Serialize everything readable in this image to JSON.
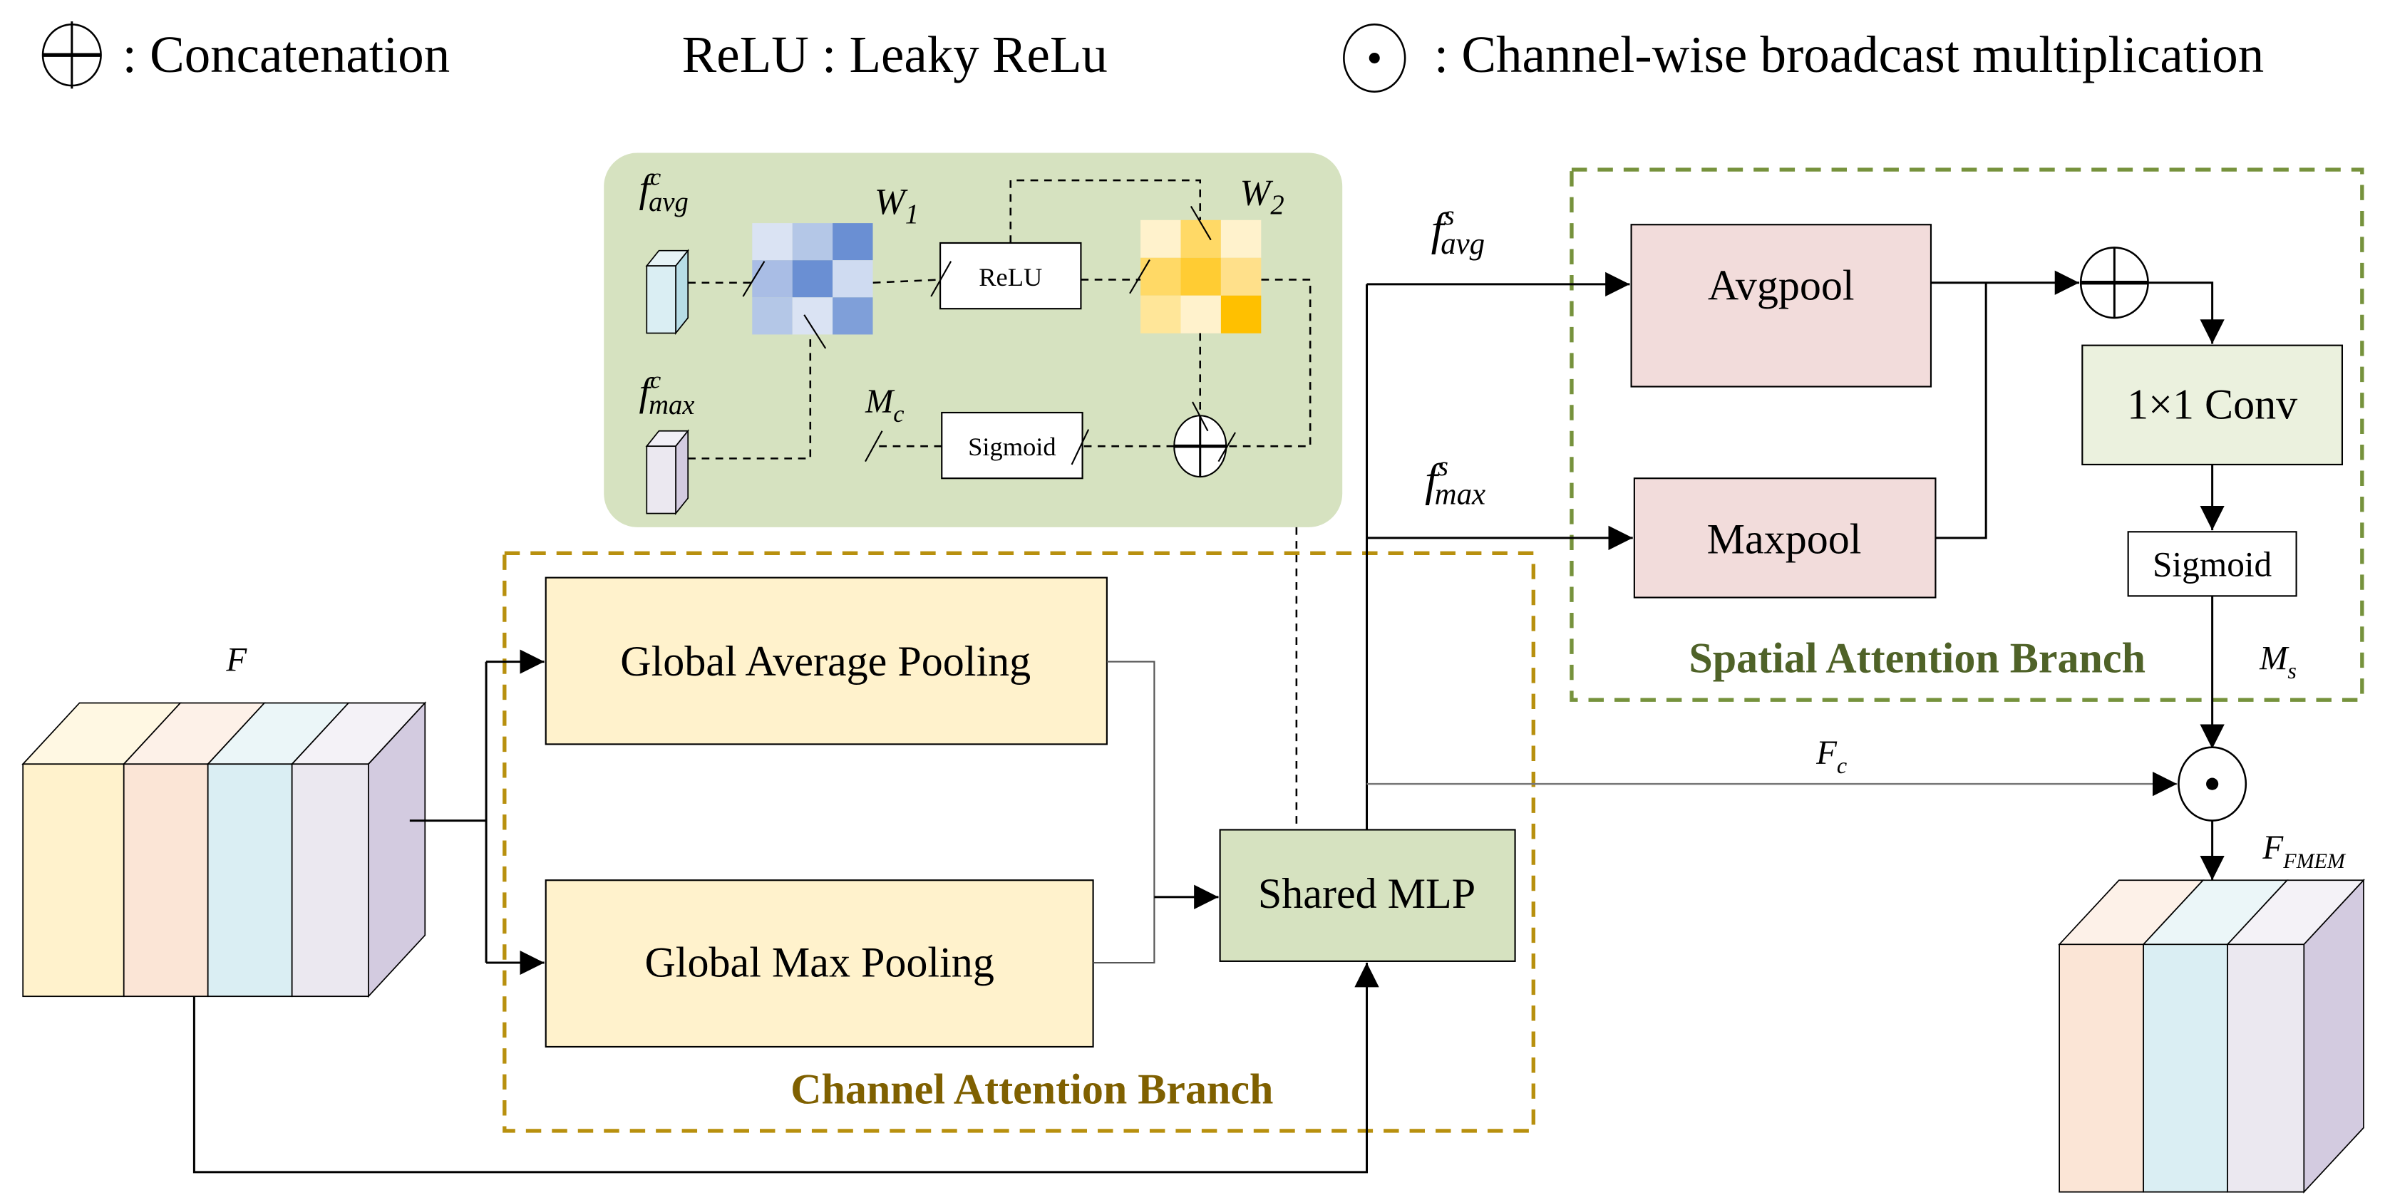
{
  "legend": {
    "concat_symbol": "circle-plus",
    "concat_label": ": Concatenation",
    "relu_label": "ReLU : Leaky ReLu",
    "mult_symbol": "circle-dot",
    "mult_label": ": Channel-wise broadcast multiplication"
  },
  "input": {
    "label": "F",
    "channel_colors": [
      "#fff2cc",
      "#fbe5d6",
      "#daeef3",
      "#ebe8f0"
    ],
    "side_color": "#d3cbe0"
  },
  "mlp_detail": {
    "background": "#d6e2c0",
    "f_avg": {
      "base": "f",
      "sup": "c",
      "sub": "avg"
    },
    "f_max": {
      "base": "f",
      "sup": "c",
      "sub": "max"
    },
    "w1": {
      "base": "W",
      "sub": "1"
    },
    "w2": {
      "base": "W",
      "sub": "2"
    },
    "mc": {
      "base": "M",
      "sub": "c"
    },
    "relu_label": "ReLU",
    "sigmoid_label": "Sigmoid",
    "w1_colors": [
      [
        "#dae3f3",
        "#b4c7e7",
        "#6a8fd3"
      ],
      [
        "#a9bde5",
        "#6a8fd3",
        "#cfdbf1"
      ],
      [
        "#b4c7e7",
        "#dae3f3",
        "#7f9fd9"
      ]
    ],
    "w2_colors": [
      [
        "#fff2cc",
        "#ffd966",
        "#fff2cc"
      ],
      [
        "#ffd966",
        "#ffcc33",
        "#ffe08a"
      ],
      [
        "#ffe699",
        "#fff2cc",
        "#ffc000"
      ]
    ]
  },
  "channel_branch": {
    "title": "Channel Attention Branch",
    "color": "#b8900e",
    "title_color": "#7f6000",
    "gap_label": "Global Average Pooling",
    "gmp_label": "Global Max Pooling",
    "pool_fill": "#fff2cc",
    "mlp_label": "Shared MLP",
    "mlp_fill": "#d6e2c0"
  },
  "spatial_branch": {
    "title": "Spatial Attention Branch",
    "color": "#76923c",
    "title_color": "#4f6228",
    "f_avg": {
      "base": "f",
      "sup": "s",
      "sub": "avg"
    },
    "f_max": {
      "base": "f",
      "sup": "s",
      "sub": "max"
    },
    "avgpool_label": "Avgpool",
    "maxpool_label": "Maxpool",
    "pool_fill": "#f2dcdb",
    "conv_label": "1×1 Conv",
    "conv_fill": "#ebf1de",
    "sigmoid_label": "Sigmoid",
    "ms": {
      "base": "M",
      "sub": "s"
    }
  },
  "fc": {
    "base": "F",
    "sub": "c"
  },
  "output": {
    "label": {
      "base": "F",
      "sub": "FMEM"
    },
    "channel_colors": [
      "#fbe5d6",
      "#daeef3",
      "#ebe8f0"
    ],
    "side_color": "#d3cbe0"
  }
}
